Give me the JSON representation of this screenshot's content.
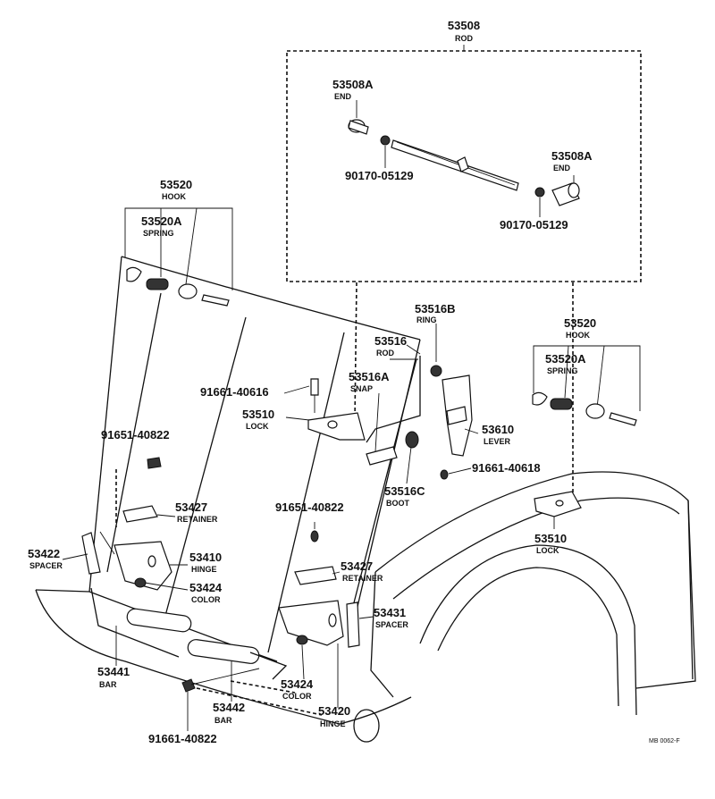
{
  "parts": {
    "rod": {
      "number": "53508",
      "name": "ROD"
    },
    "rod_end_left": {
      "number": "53508A",
      "name": "END"
    },
    "rod_clip_left": {
      "number": "90170-05129"
    },
    "rod_end_right": {
      "number": "53508A",
      "name": "END"
    },
    "rod_clip_right": {
      "number": "90170-05129"
    },
    "hook_left": {
      "number": "53520",
      "name": "HOOK"
    },
    "spring_left": {
      "number": "53520A",
      "name": "SPRING"
    },
    "hook_right": {
      "number": "53520",
      "name": "HOOK"
    },
    "spring_right": {
      "number": "53520A",
      "name": "SPRING"
    },
    "ring": {
      "number": "53516B",
      "name": "RING"
    },
    "support_rod": {
      "number": "53516",
      "name": "ROD"
    },
    "snap": {
      "number": "53516A",
      "name": "SNAP"
    },
    "bolt_lock": {
      "number": "91661-40616"
    },
    "lock_upper": {
      "number": "53510",
      "name": "LOCK"
    },
    "lever": {
      "number": "53610",
      "name": "LEVER"
    },
    "boot": {
      "number": "53516C",
      "name": "BOOT"
    },
    "bolt_lever": {
      "number": "91661-40618"
    },
    "lock_lower": {
      "number": "53510",
      "name": "LOCK"
    },
    "bolt_left": {
      "number": "91651-40822"
    },
    "bolt_center": {
      "number": "91651-40822"
    },
    "retainer_left": {
      "number": "53427",
      "name": "RETAINER"
    },
    "retainer_right": {
      "number": "53427",
      "name": "RETAINER"
    },
    "spacer_left": {
      "number": "53422",
      "name": "SPACER"
    },
    "hinge_left": {
      "number": "53410",
      "name": "HINGE"
    },
    "collar_left": {
      "number": "53424",
      "name": "COLOR"
    },
    "spacer_right": {
      "number": "53431",
      "name": "SPACER"
    },
    "bar_left": {
      "number": "53441",
      "name": "BAR"
    },
    "bar_right": {
      "number": "53442",
      "name": "BAR"
    },
    "collar_right": {
      "number": "53424",
      "name": "COLOR"
    },
    "hinge_right": {
      "number": "53420",
      "name": "HINGE"
    },
    "bolt_bottom": {
      "number": "91661-40822"
    }
  },
  "figure_code": "MB 0062-F"
}
